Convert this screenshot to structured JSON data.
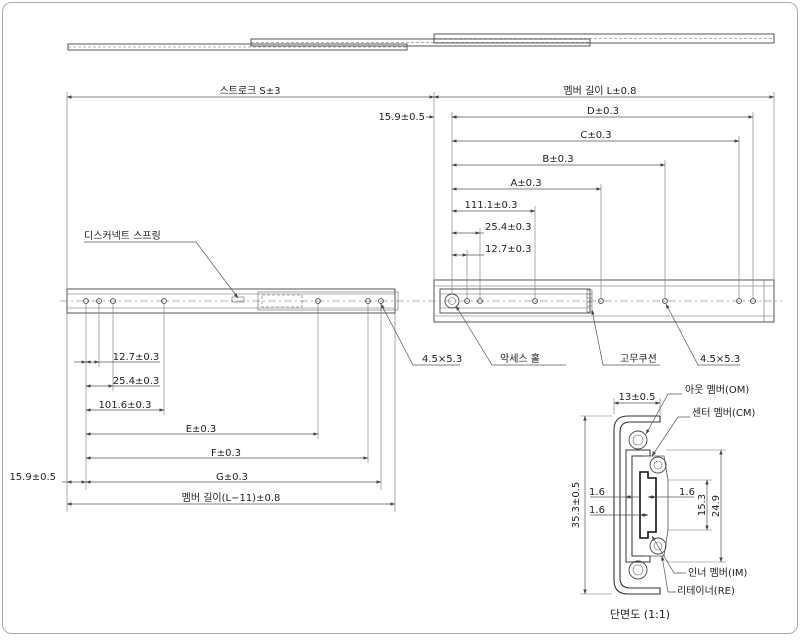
{
  "labels": {
    "stroke": "스트로크 S±3",
    "member_length": "멤버 길이 L±0.8",
    "top_15_9": "15.9±0.5",
    "d": "D±0.3",
    "c": "C±0.3",
    "b": "B±0.3",
    "a": "A±0.3",
    "d111": "111.1±0.3",
    "d25_4_top": "25.4±0.3",
    "d12_7_top": "12.7±0.3",
    "disconnect_spring": "디스커넥트 스프링",
    "hole_left": "4.5×5.3",
    "access_hole": "악세스 홀",
    "rubber_cushion": "고무쿠션",
    "hole_right": "4.5×5.3",
    "d12_7_bot": "12.7±0.3",
    "d25_4_bot": "25.4±0.3",
    "d101_6": "101.6±0.3",
    "e": "E±0.3",
    "f": "F±0.3",
    "g": "G±0.3",
    "bot_15_9": "15.9±0.5",
    "member_length_l11": "멤버 길이(L−11)±0.8"
  },
  "section": {
    "d13": "13±0.5",
    "outer_member": "아웃 멤버(OM)",
    "center_member": "센터 멤버(CM)",
    "d1_6_a": "1.6",
    "d1_6_b": "1.6",
    "d1_6_c": "1.6",
    "d35_3": "35.3±0.5",
    "d15_3": "15.3",
    "d24_9": "24.9",
    "inner_member": "인너 멤버(IM)",
    "retainer": "리테이너(RE)",
    "title": "단면도 (1:1)"
  }
}
